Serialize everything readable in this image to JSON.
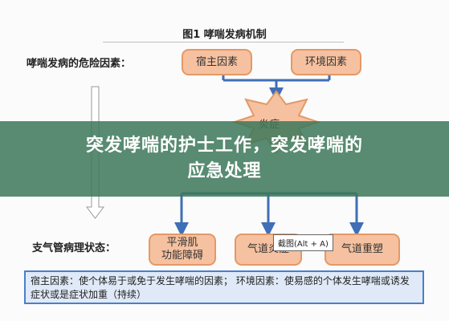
{
  "figure": {
    "title": "图1  哮喘发病机制",
    "risk_label": "哮喘发病的危险因素：",
    "host_factor": "宿主因素",
    "env_factor": "环境因素",
    "inflammation": "炎症",
    "pathology_label": "支气管病理状态：",
    "outcomes": [
      "平滑肌\n功能障碍",
      "气道炎症",
      "气道重塑"
    ],
    "definition": "宿主因素：使个体易于或免于发生哮喘的因素；  环境因素：使易感的个体发生哮喘或诱发症状或是症状加重（持续）"
  },
  "overlay": {
    "banner_line1": "突发哮喘的护士工作，突发哮喘的",
    "banner_line2": "应急处理"
  },
  "tooltip": "截图(Alt + A)",
  "colors": {
    "box_fill": "#f6c1a0",
    "box_border": "#e39966",
    "arrow_blue": "#3f6fb6",
    "banner_green": "#3c785a"
  }
}
